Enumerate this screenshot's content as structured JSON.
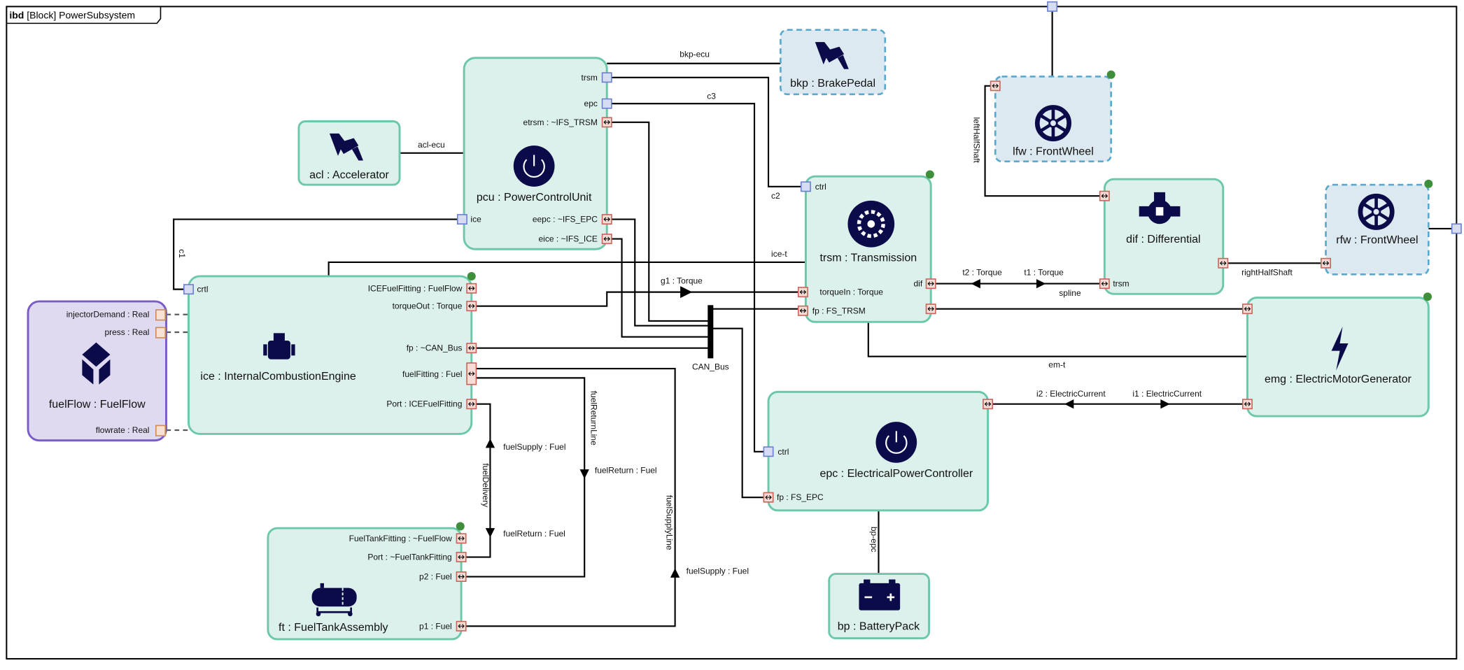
{
  "frame": {
    "kind": "ibd",
    "title": "[Block] PowerSubsystem"
  },
  "blocks": {
    "acl": {
      "label": "acl : Accelerator",
      "icon": "foot-pedal-icon"
    },
    "pcu": {
      "label": "pcu : PowerControlUnit",
      "icon": "power-icon",
      "ports": {
        "trsm": "trsm",
        "epc": "epc",
        "etrsm": "etrsm : ~IFS_TRSM",
        "eepc": "eepc : ~IFS_EPC",
        "eice": "eice : ~IFS_ICE",
        "ice": "ice"
      }
    },
    "bkp": {
      "label": "bkp : BrakePedal",
      "icon": "foot-pedal-icon"
    },
    "lfw": {
      "label": "lfw : FrontWheel",
      "icon": "wheel-icon"
    },
    "rfw": {
      "label": "rfw : FrontWheel",
      "icon": "wheel-icon"
    },
    "trsm": {
      "label": "trsm : Transmission",
      "icon": "gear-icon",
      "ports": {
        "ctrl": "ctrl",
        "torqueIn": "torqueIn : Torque",
        "fp": "fp : FS_TRSM",
        "dif": "dif"
      }
    },
    "dif": {
      "label": "dif : Differential",
      "icon": "differential-icon",
      "ports": {
        "trsm": "trsm"
      }
    },
    "emg": {
      "label": "emg : ElectricMotorGenerator",
      "icon": "lightning-icon"
    },
    "epc": {
      "label": "epc : ElectricalPowerController",
      "icon": "power-icon",
      "ports": {
        "ctrl": "ctrl",
        "fp": "fp : FS_EPC"
      }
    },
    "bp": {
      "label": "bp : BatteryPack",
      "icon": "battery-icon"
    },
    "ice": {
      "label": "ice : InternalCombustionEngine",
      "icon": "engine-icon",
      "ports": {
        "crtl": "crtl",
        "ICEFuelFitting": "ICEFuelFitting : FuelFlow",
        "torqueOut": "torqueOut : Torque",
        "fp": "fp : ~CAN_Bus",
        "fuelFitting": "fuelFitting : Fuel",
        "Port": "Port : ICEFuelFitting"
      }
    },
    "fuelFlow": {
      "label": "fuelFlow : FuelFlow",
      "icon": "cube-icon",
      "ports": {
        "injectorDemand": "injectorDemand : Real",
        "press": "press : Real",
        "flowrate": "flowrate : Real"
      }
    },
    "ft": {
      "label": "ft : FuelTankAssembly",
      "icon": "fuel-tank-icon",
      "ports": {
        "FuelTankFitting": "FuelTankFitting : ~FuelFlow",
        "Port": "Port : ~FuelTankFitting",
        "p2": "p2 : Fuel",
        "p1": "p1 : Fuel"
      }
    }
  },
  "bus": {
    "label": "CAN_Bus"
  },
  "connectors": {
    "bkp_ecu": "bkp-ecu",
    "c3": "c3",
    "c2": "c2",
    "acl_ecu": "acl-ecu",
    "c1": "c1",
    "ice_t": "ice-t",
    "g1": "g1 : Torque",
    "t2": "t2 : Torque",
    "t1": "t1 : Torque",
    "spline": "spline",
    "leftHalfShaft": "leftHalfShaft",
    "rightHalfShaft": "rightHalfShaft",
    "em_t": "em-t",
    "i2": "i2 : ElectricCurrent",
    "i1": "i1 : ElectricCurrent",
    "bp_epc": "bp-epc",
    "fuelDelivery": "fuelDelivery",
    "fuelSupply1": "fuelSupply : Fuel",
    "fuelReturn1": "fuelReturn : Fuel",
    "fuelReturnLine": "fuelReturnLine",
    "fuelReturn2": "fuelReturn : Fuel",
    "fuelSupplyLine": "fuelSupplyLine",
    "fuelSupply2": "fuelSupply : Fuel"
  },
  "colors": {
    "part_fill": "#dcf1ec",
    "part_stroke": "#6cc7ab",
    "ref_fill": "#dde9f1",
    "ref_stroke": "#5aa9cc",
    "flow_fill": "#e0daf0",
    "flow_stroke": "#7a5cc8",
    "icon": "#0b0b4a"
  }
}
